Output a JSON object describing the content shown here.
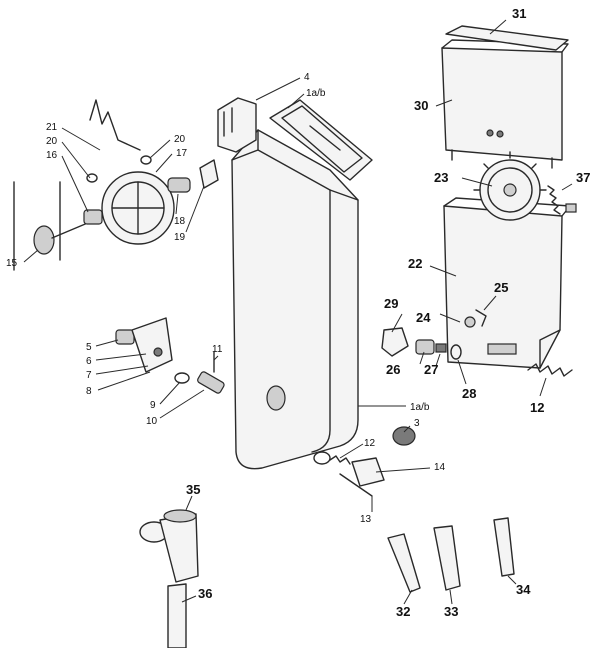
{
  "labels": {
    "l1": "1a/b",
    "l1b": "1a/b",
    "l3": "3",
    "l4": "4",
    "l5": "5",
    "l6": "6",
    "l7": "7",
    "l8": "8",
    "l9": "9",
    "l10": "10",
    "l11": "11",
    "l12a": "12",
    "l12b": "12",
    "l13": "13",
    "l14": "14",
    "l15": "15",
    "l16": "16",
    "l17": "17",
    "l18": "18",
    "l19": "19",
    "l20a": "20",
    "l20b": "20",
    "l21": "21",
    "l22": "22",
    "l23": "23",
    "l24": "24",
    "l25": "25",
    "l26": "26",
    "l27": "27",
    "l28": "28",
    "l29": "29",
    "l30": "30",
    "l31": "31",
    "l32": "32",
    "l33": "33",
    "l34": "34",
    "l35": "35",
    "l36": "36",
    "l37": "37"
  }
}
